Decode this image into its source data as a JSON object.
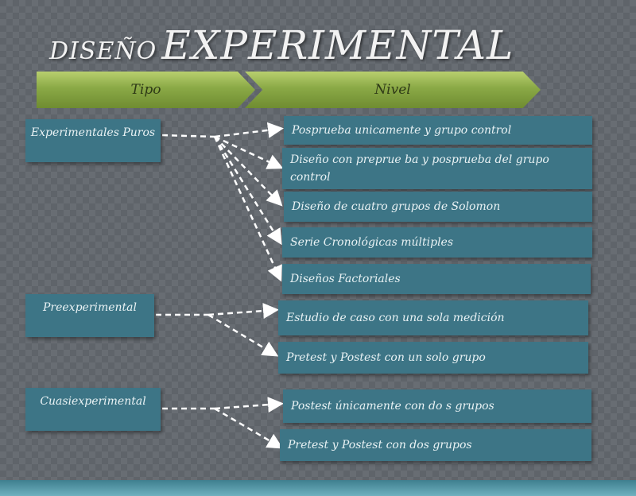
{
  "title": {
    "small": "DISEÑO",
    "big": "EXPERIMENTAL"
  },
  "headers": {
    "tipo": "Tipo",
    "nivel": "Nivel"
  },
  "groups": [
    {
      "type": "Experimentales Puros",
      "levels": [
        "Posprueba unicamente  y grupo control",
        "Diseño con  preprue ba  y posprueba  del grupo control",
        "Diseño de cuatro grupos de Solomon",
        "Serie Cronológicas múltiples",
        "Diseños Factoriales"
      ]
    },
    {
      "type": "Preexperimental",
      "levels": [
        "Estudio de caso con una sola medición",
        "Pretest y Postest con un solo grupo"
      ]
    },
    {
      "type": "Cuasiexperimental",
      "levels": [
        "Postest únicamente con do s grupos",
        "Pretest y Postest con dos grupos"
      ]
    }
  ]
}
